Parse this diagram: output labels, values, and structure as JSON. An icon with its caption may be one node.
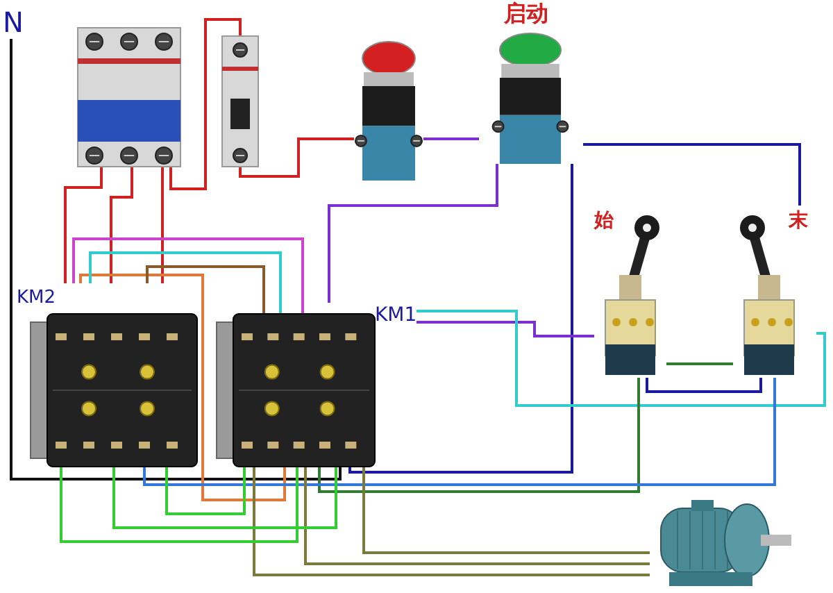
{
  "diagram": {
    "nodes": [
      {
        "text": [
          "N"
        ]
      },
      {
        "text": [],
        "shape": "picture"
      },
      {
        "text": [],
        "shape": "picture"
      },
      {
        "text": [],
        "shape": "picture"
      },
      {
        "text": [
          "启动"
        ]
      },
      {
        "text": [
          "KM2"
        ]
      },
      {
        "text": [
          "KM1"
        ]
      },
      {
        "text": [
          "始"
        ]
      },
      {
        "text": [
          "末"
        ]
      },
      {
        "text": [],
        "shape": "picture"
      }
    ],
    "edges": [
      {
        "from": 0,
        "to": 6,
        "arrow": "none",
        "color": "#111111"
      },
      {
        "from": 1,
        "to": 5,
        "arrow": "none",
        "color": "#d02020"
      },
      {
        "from": 1,
        "to": 5,
        "arrow": "none",
        "color": "#d02020"
      },
      {
        "from": 1,
        "to": 5,
        "arrow": "none",
        "color": "#d02020"
      },
      {
        "from": 1,
        "to": 2,
        "arrow": "none",
        "color": "#d02020"
      },
      {
        "from": 2,
        "to": 3,
        "arrow": "none",
        "color": "#d02020"
      },
      {
        "from": 3,
        "to": 4,
        "arrow": "none",
        "color": "#7a2fd0"
      },
      {
        "from": 4,
        "to": 6,
        "arrow": "none",
        "color": "#7a2fd0"
      },
      {
        "from": 4,
        "to": 8,
        "arrow": "none",
        "color": "#1a1aa0"
      },
      {
        "from": 4,
        "to": 6,
        "arrow": "none",
        "color": "#1a1aa0"
      },
      {
        "from": 5,
        "to": 6,
        "arrow": "none",
        "color": "#cc44cc"
      },
      {
        "from": 5,
        "to": 6,
        "arrow": "none",
        "color": "#e0783a"
      },
      {
        "from": 5,
        "to": 6,
        "arrow": "none",
        "color": "#33cccc"
      },
      {
        "from": 5,
        "to": 6,
        "arrow": "none",
        "color": "#8b5a2b"
      },
      {
        "from": 6,
        "to": 7,
        "arrow": "none",
        "color": "#7a2fd0"
      },
      {
        "from": 6,
        "to": 8,
        "arrow": "none",
        "color": "#33cccc"
      },
      {
        "from": 7,
        "to": 8,
        "arrow": "none",
        "color": "#2e7d32"
      },
      {
        "from": 7,
        "to": 8,
        "arrow": "none",
        "color": "#1a1aa0"
      },
      {
        "from": 7,
        "to": 6,
        "arrow": "none",
        "color": "#2e7d32"
      },
      {
        "from": 8,
        "to": 5,
        "arrow": "none",
        "color": "#3377dd"
      },
      {
        "from": 6,
        "to": 9,
        "arrow": "none",
        "color": "#7a7a3a"
      },
      {
        "from": 6,
        "to": 9,
        "arrow": "none",
        "color": "#7a7a3a"
      },
      {
        "from": 6,
        "to": 9,
        "arrow": "none",
        "color": "#7a7a3a"
      },
      {
        "from": 5,
        "to": 6,
        "arrow": "none",
        "color": "#33cc33"
      },
      {
        "from": 5,
        "to": 6,
        "arrow": "none",
        "color": "#33cc33"
      },
      {
        "from": 5,
        "to": 6,
        "arrow": "none",
        "color": "#33cc33"
      }
    ]
  }
}
